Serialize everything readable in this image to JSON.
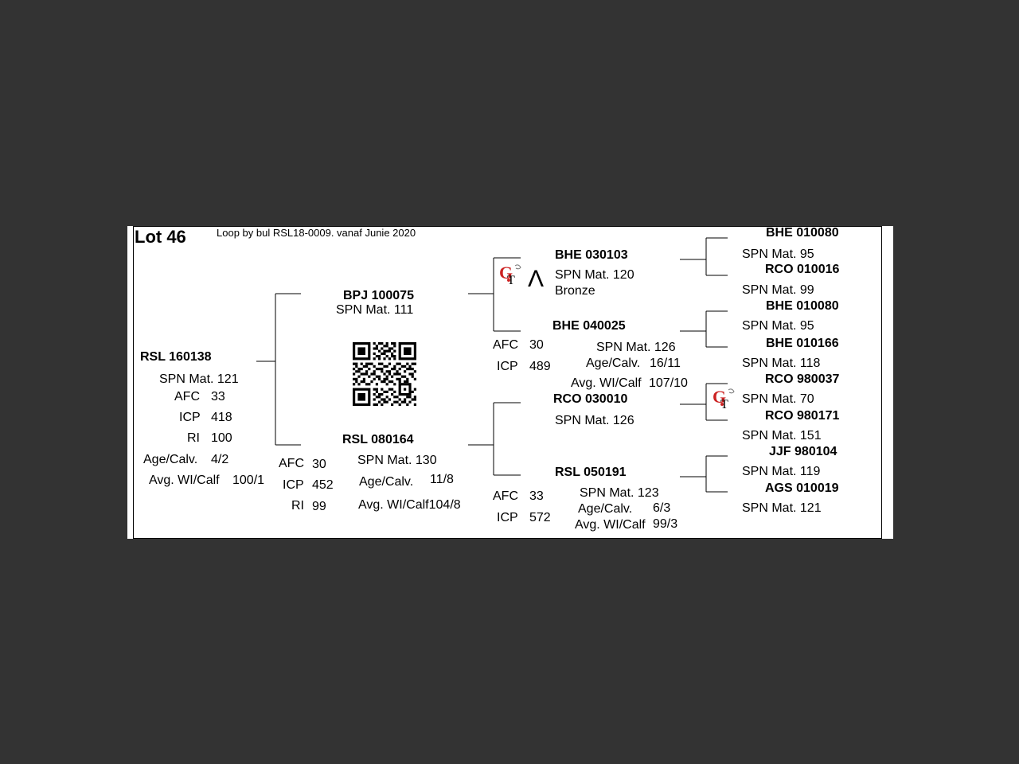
{
  "header": {
    "lot": "Lot 46",
    "note": "Loop by bul RSL18-0009. vanaf  Junie 2020"
  },
  "animal": {
    "id": "RSL 160138",
    "spn": "SPN Mat. 121",
    "afc_label": "AFC",
    "afc": "33",
    "icp_label": "ICP",
    "icp": "418",
    "ri_label": "RI",
    "ri": "100",
    "agecalv_label": "Age/Calv.",
    "agecalv": "4/2",
    "avgwi_label": "Avg. WI/Calf",
    "avgwi": "100/1"
  },
  "sire": {
    "id": "BPJ 100075",
    "spn": "SPN Mat. 111"
  },
  "dam": {
    "id": "RSL 080164",
    "spn": "SPN Mat. 130",
    "afc_label": "AFC",
    "afc": "30",
    "icp_label": "ICP",
    "icp": "452",
    "ri_label": "RI",
    "ri": "99",
    "agecalv_label": "Age/Calv.",
    "agecalv": "11/8",
    "avgwi_label": "Avg. WI/Calf104/8"
  },
  "ss": {
    "id": "BHE 030103",
    "spn": "SPN Mat. 120",
    "award": "Bronze",
    "caret": "Λ"
  },
  "sd": {
    "id": "BHE 040025",
    "spn": "SPN Mat. 126",
    "afc_label": "AFC",
    "afc": "30",
    "icp_label": "ICP",
    "icp": "489",
    "agecalv_label": "Age/Calv.",
    "agecalv": "16/11",
    "avgwi_label": "Avg. WI/Calf",
    "avgwi": "107/10"
  },
  "ds": {
    "id": "RCO 030010",
    "spn": "SPN Mat. 126"
  },
  "dd": {
    "id": "RSL 050191",
    "spn": "SPN Mat. 123",
    "afc_label": "AFC",
    "afc": "33",
    "icp_label": "ICP",
    "icp": "572",
    "agecalv_label": "Age/Calv.",
    "agecalv": "6/3",
    "avgwi_label": "Avg. WI/Calf",
    "avgwi": "99/3"
  },
  "gg": [
    {
      "id": "BHE 010080",
      "spn": "SPN Mat. 95"
    },
    {
      "id": "RCO 010016",
      "spn": "SPN Mat. 99"
    },
    {
      "id": "BHE 010080",
      "spn": "SPN Mat. 95"
    },
    {
      "id": "BHE 010166",
      "spn": "SPN Mat. 118"
    },
    {
      "id": "RCO 980037",
      "spn": "SPN Mat. 70"
    },
    {
      "id": "RCO 980171",
      "spn": "SPN Mat. 151"
    },
    {
      "id": "JJF 980104",
      "spn": "SPN Mat. 119"
    },
    {
      "id": "AGS 010019",
      "spn": "SPN Mat. 121"
    }
  ],
  "icons": {
    "qr": "qr-code-icon",
    "logo": "gt-logo-icon",
    "logo_color": "#cc2222"
  }
}
